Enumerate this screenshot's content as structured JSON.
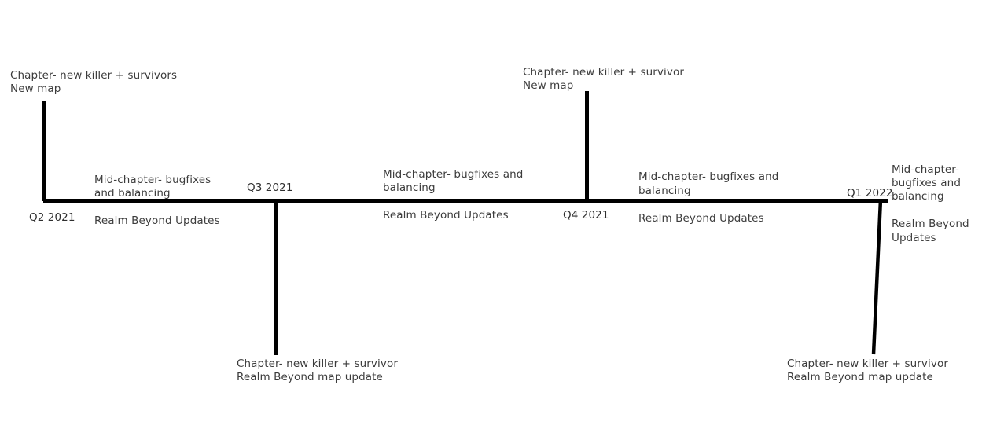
{
  "diagram": {
    "type": "timeline",
    "orientation": "horizontal",
    "axis_color": "#000000",
    "text_color": "#3c3c3c",
    "background": "#ffffff"
  },
  "milestones": [
    {
      "quarter_label": "Q2 2021",
      "direction": "up",
      "above_line_1": "Chapter- new killer + survivors",
      "above_line_2": "New map"
    },
    {
      "quarter_label": "Q3 2021",
      "direction": "down",
      "below_line_1": "Chapter- new killer + survivor",
      "below_line_2": "Realm Beyond map update"
    },
    {
      "quarter_label": "Q4 2021",
      "direction": "up",
      "above_line_1": "Chapter- new killer + survivor",
      "above_line_2": "New map"
    },
    {
      "quarter_label": "Q1 2022",
      "direction": "down",
      "below_line_1": "Chapter- new killer + survivor",
      "below_line_2": "Realm Beyond map update"
    }
  ],
  "segments": [
    {
      "id": "segment-1",
      "mid_chapter_line_1": "Mid-chapter- bugfixes",
      "mid_chapter_line_2": "and balancing",
      "realm_beyond": "Realm Beyond Updates"
    },
    {
      "id": "segment-2",
      "mid_chapter_line_1": "Mid-chapter- bugfixes and",
      "mid_chapter_line_2": "balancing",
      "realm_beyond": "Realm Beyond Updates"
    },
    {
      "id": "segment-3",
      "mid_chapter_line_1": "Mid-chapter- bugfixes and",
      "mid_chapter_line_2": "balancing",
      "realm_beyond": "Realm Beyond Updates"
    },
    {
      "id": "segment-4",
      "mid_chapter_line_1": "Mid-chapter-",
      "mid_chapter_line_2": "bugfixes and",
      "mid_chapter_line_3": "balancing",
      "realm_beyond_line_1": "Realm Beyond",
      "realm_beyond_line_2": "Updates"
    }
  ]
}
